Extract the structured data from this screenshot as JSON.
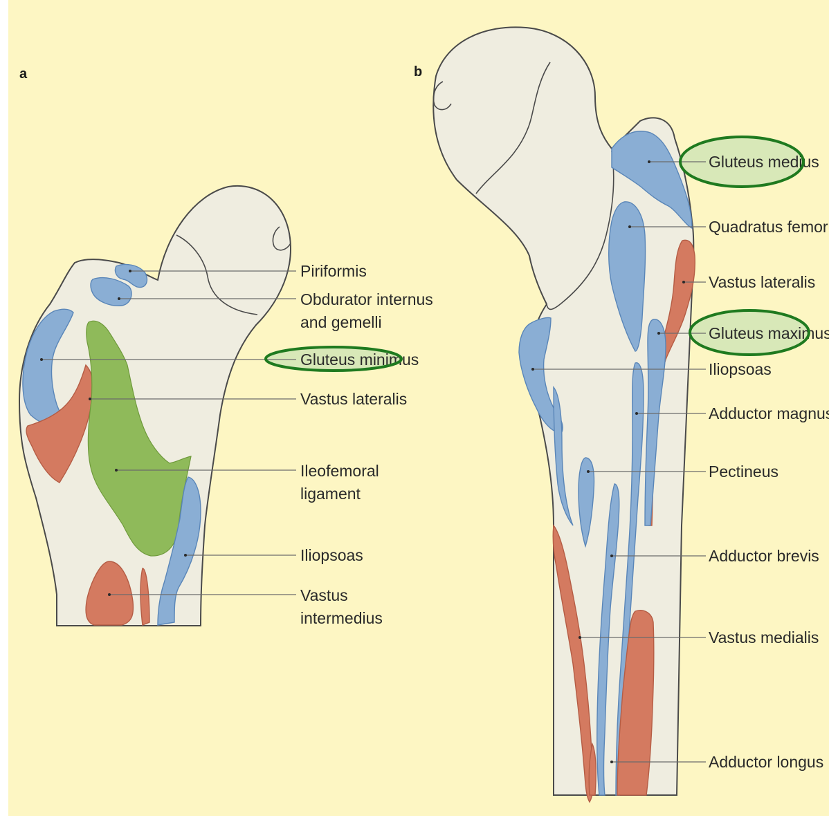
{
  "panels": {
    "a": {
      "letter": "a",
      "labels": {
        "piriformis": "Piriformis",
        "obdurator_1": "Obdurator internus",
        "obdurator_2": "and gemelli",
        "gluteus_minimus": "Gluteus minimus",
        "vastus_lateralis": "Vastus lateralis",
        "ileofemoral_1": "Ileofemoral",
        "ileofemoral_2": "ligament",
        "iliopsoas": "Iliopsoas",
        "vastus_intermedius_1": "Vastus",
        "vastus_intermedius_2": "intermedius"
      }
    },
    "b": {
      "letter": "b",
      "labels": {
        "gluteus_medius": "Gluteus medius",
        "quadratus_femoris": "Quadratus femoris",
        "vastus_lateralis": "Vastus lateralis",
        "gluteus_maximus": "Gluteus maximus",
        "iliopsoas": "Iliopsoas",
        "adductor_magnus": "Adductor magnus",
        "pectineus": "Pectineus",
        "adductor_brevis": "Adductor brevis",
        "vastus_medialis": "Vastus medialis",
        "adductor_longus": "Adductor longus"
      }
    }
  },
  "colors": {
    "background": "#fdf6c3",
    "bone": "#efede0",
    "muscle_blue": "#8aaed4",
    "muscle_red": "#d47a60",
    "ligament_green": "#8fba5a",
    "highlight_ring": "#1f7a1f",
    "highlight_fill": "#d8e8b8"
  }
}
